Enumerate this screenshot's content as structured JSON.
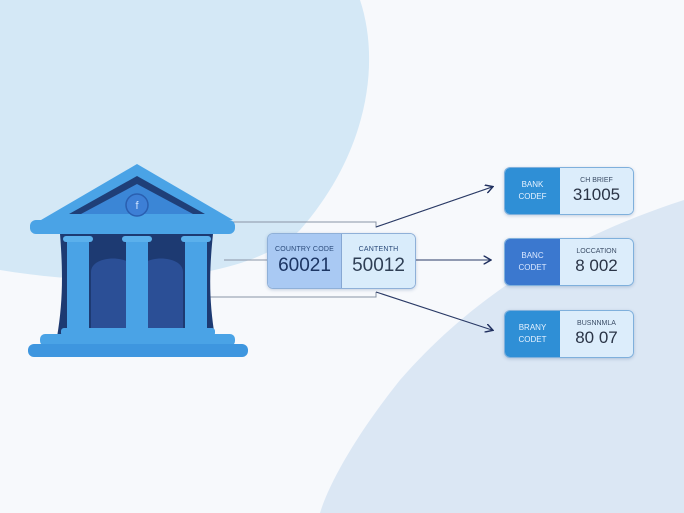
{
  "diagram": {
    "description": "Bank building illustration with code boxes and arrows",
    "source": {
      "icon": "bank-building-icon",
      "emblem": "f"
    },
    "center_box": {
      "left_label": "COUNTRY CODE",
      "left_value": "60021",
      "right_label": "CANTENTH",
      "right_value": "50012"
    },
    "targets": [
      {
        "left_line1": "BANK",
        "left_line2": "CODEF",
        "right_label": "CH BRIEF",
        "right_value": "31005"
      },
      {
        "left_line1": "BANC",
        "left_line2": "CODET",
        "right_label": "LOCCATION",
        "right_value": "8 002"
      },
      {
        "left_line1": "BRANY",
        "left_line2": "CODET",
        "right_label": "BUSNNMLA",
        "right_value": "80 07"
      }
    ],
    "colors": {
      "bank_light": "#4ba3e6",
      "bank_dark": "#22407a",
      "arrow": "#1f2f5e",
      "bg_blob": "#d6e9f7"
    }
  }
}
